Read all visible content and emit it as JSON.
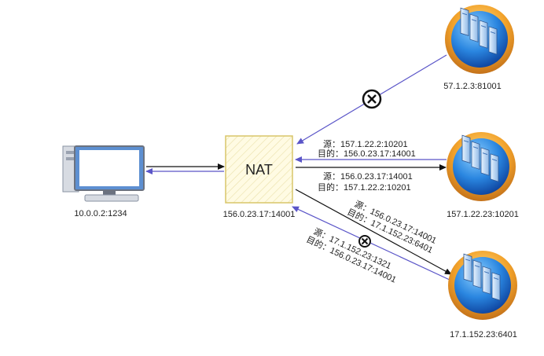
{
  "colors": {
    "blue_arrow": "#5a55c8",
    "black_arrow": "#111111",
    "nat_fill": "#fffbe3",
    "nat_border": "#d9c66a",
    "server_ring": "#f2a22a",
    "server_core": "#1f6fd1"
  },
  "client": {
    "icon": "desktop-computer-icon",
    "label": "10.0.0.2:1234"
  },
  "nat": {
    "title": "NAT",
    "label": "156.0.23.17:14001"
  },
  "servers": [
    {
      "icon": "server-rack-icon",
      "label": "57.1.2.3:81001"
    },
    {
      "icon": "server-rack-icon",
      "label": "157.1.22.23:10201"
    },
    {
      "icon": "server-rack-icon",
      "label": "17.1.152.23:6401"
    }
  ],
  "edges": {
    "s2_to_nat": {
      "src": "源：157.1.22.2:10201",
      "dst": "目的：156.0.23.17:14001"
    },
    "nat_to_s2": {
      "src": "源：156.0.23.17:14001",
      "dst": "目的：157.1.22.2:10201"
    },
    "nat_to_s3": {
      "src": "源：156.0.23.17:14001",
      "dst": "目的：17.1.152.23:6401"
    },
    "s3_to_nat": {
      "src": "源：17.1.152.23:1321",
      "dst": "目的：156.0.23.17:14001"
    }
  },
  "blocked_icon": "blocked-circle-x-icon"
}
